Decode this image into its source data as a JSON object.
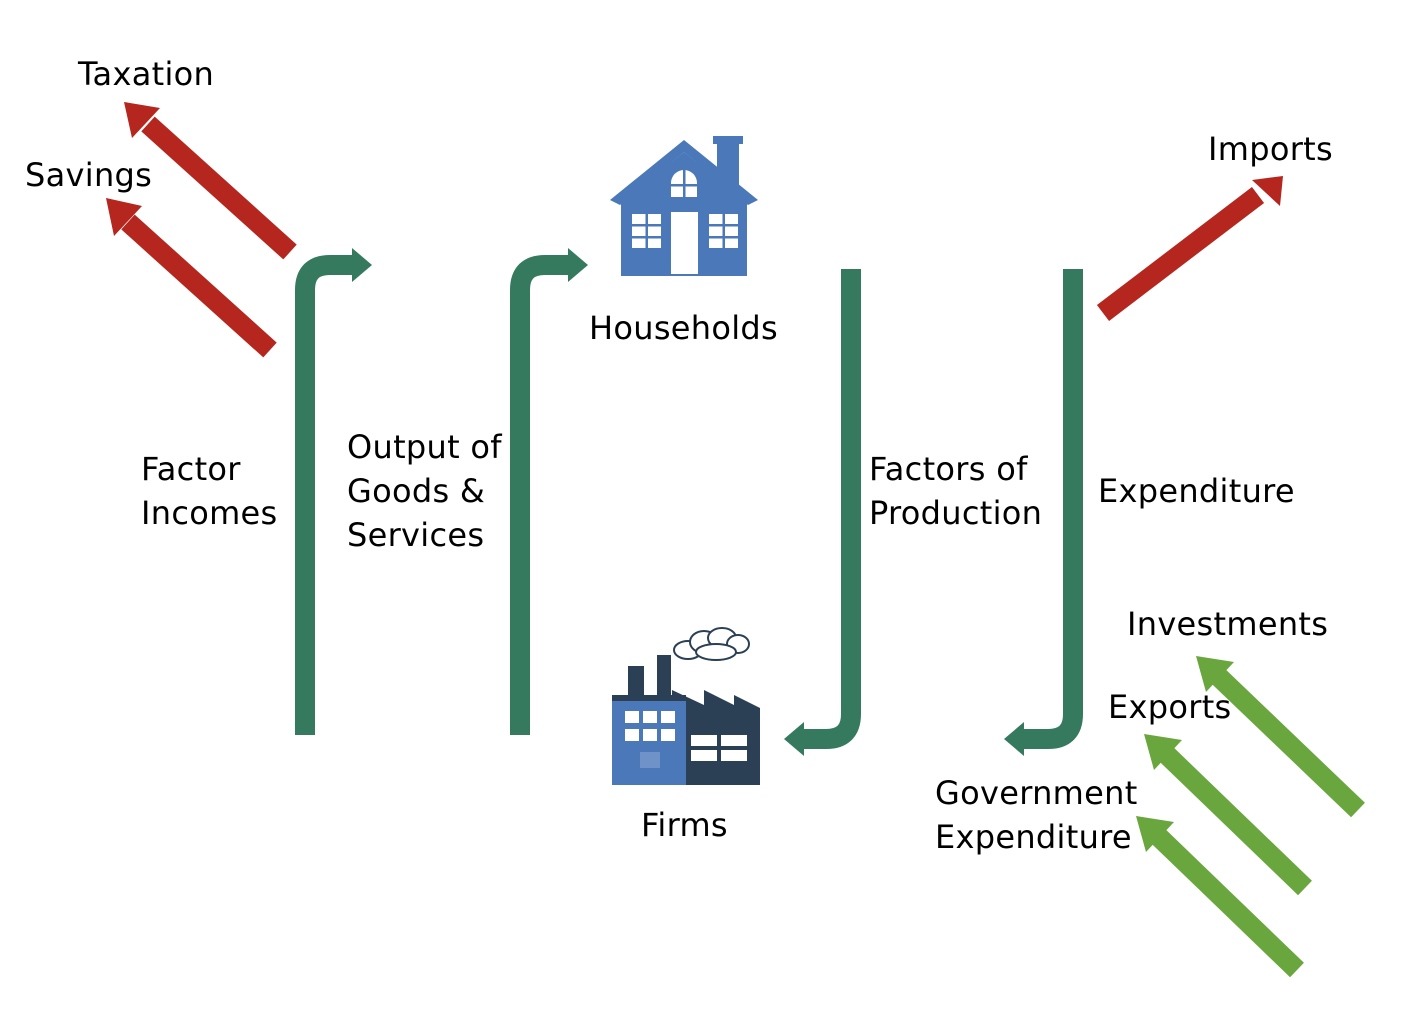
{
  "colors": {
    "flow": "#357a5f",
    "leakage": "#b5261e",
    "injection": "#6aa63e",
    "house_blue": "#4a78b8",
    "factory_dark": "#2b3f55"
  },
  "icons": {
    "households": "house-icon",
    "firms": "factory-icon"
  },
  "labels": {
    "taxation": "Taxation",
    "savings": "Savings",
    "households": "Households",
    "imports": "Imports",
    "factor_incomes": [
      "Factor",
      "Incomes"
    ],
    "output": [
      "Output of",
      "Goods &",
      "Services"
    ],
    "factors_of_production": [
      "Factors of",
      "Production"
    ],
    "expenditure": "Expenditure",
    "investments": "Investments",
    "exports": "Exports",
    "firms": "Firms",
    "government_expenditure": [
      "Government",
      "Expenditure"
    ]
  }
}
